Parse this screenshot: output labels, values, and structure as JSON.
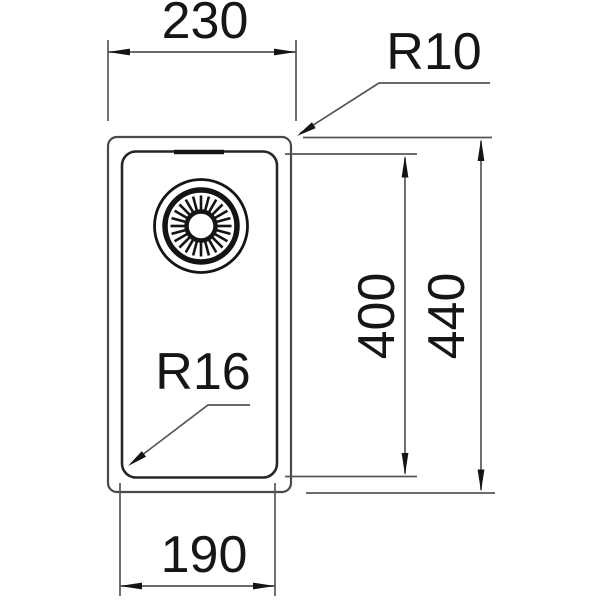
{
  "drawing": {
    "title": "sink-dimension-drawing",
    "labels": {
      "width_top": "230",
      "radius_outer": "R10",
      "height_inner": "400",
      "height_outer": "440",
      "radius_inner": "R16",
      "width_bottom": "190"
    },
    "colors": {
      "background": "#ffffff",
      "outline_outer": "#4a4a4a",
      "outline_inner": "#262626",
      "drain": "#141414",
      "thin_line": "#565656",
      "arrow": "#141414",
      "text": "#161616"
    }
  }
}
